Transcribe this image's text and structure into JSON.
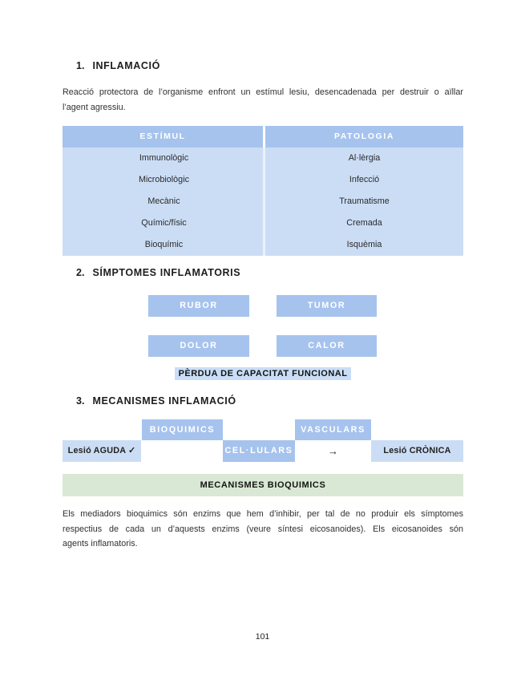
{
  "colors": {
    "box_blue": "#a6c3ee",
    "light_blue": "#cbddf5",
    "highlight_blue": "#c9def6",
    "banner_green": "#d9e8d4",
    "text": "#2b2b2b"
  },
  "section1": {
    "number": "1.",
    "title": "INFLAMACIÓ",
    "paragraph_lines": [
      "Reacció protectora de l’organisme enfront un estímul lesiu, desencadenada per destruir o aïllar",
      "l’agent agressiu."
    ]
  },
  "table": {
    "headers": [
      "ESTÍMUL",
      "PATOLOGIA"
    ],
    "rows": [
      [
        "Immunològic",
        "Al·lèrgia"
      ],
      [
        "Microbiològic",
        "Infecció"
      ],
      [
        "Mecànic",
        "Traumatisme"
      ],
      [
        "Químic/físic",
        "Cremada"
      ],
      [
        "Bioquímic",
        "Isquèmia"
      ]
    ]
  },
  "section2": {
    "number": "2.",
    "title": "SÍMPTOMES INFLAMATORIS",
    "boxes": [
      "RUBOR",
      "TUMOR",
      "DOLOR",
      "CALOR"
    ],
    "highlight": "PÈRDUA DE CAPACITAT FUNCIONAL"
  },
  "section3": {
    "number": "3.",
    "title": "MECANISMES INFLAMACIÓ",
    "diagram": {
      "bioquimics": "BIOQUIMICS",
      "vasculars": "VASCULARS",
      "lesio_aguda": "Lesió AGUDA ✓",
      "cellulars": "CEL·LULARS",
      "arrow": "→",
      "lesio_cronica": "Lesió CRÒNICA"
    },
    "banner": "MECANISMES BIOQUIMICS",
    "paragraph_lines": [
      "Els mediadors bioquimics són enzims que hem d’inhibir, per tal de no produir els símptomes",
      "respectius de cada un d’aquests enzims (veure síntesi eicosanoides). Els eicosanoides són",
      "agents inflamatoris."
    ]
  },
  "footer": {
    "page_number": "101"
  }
}
